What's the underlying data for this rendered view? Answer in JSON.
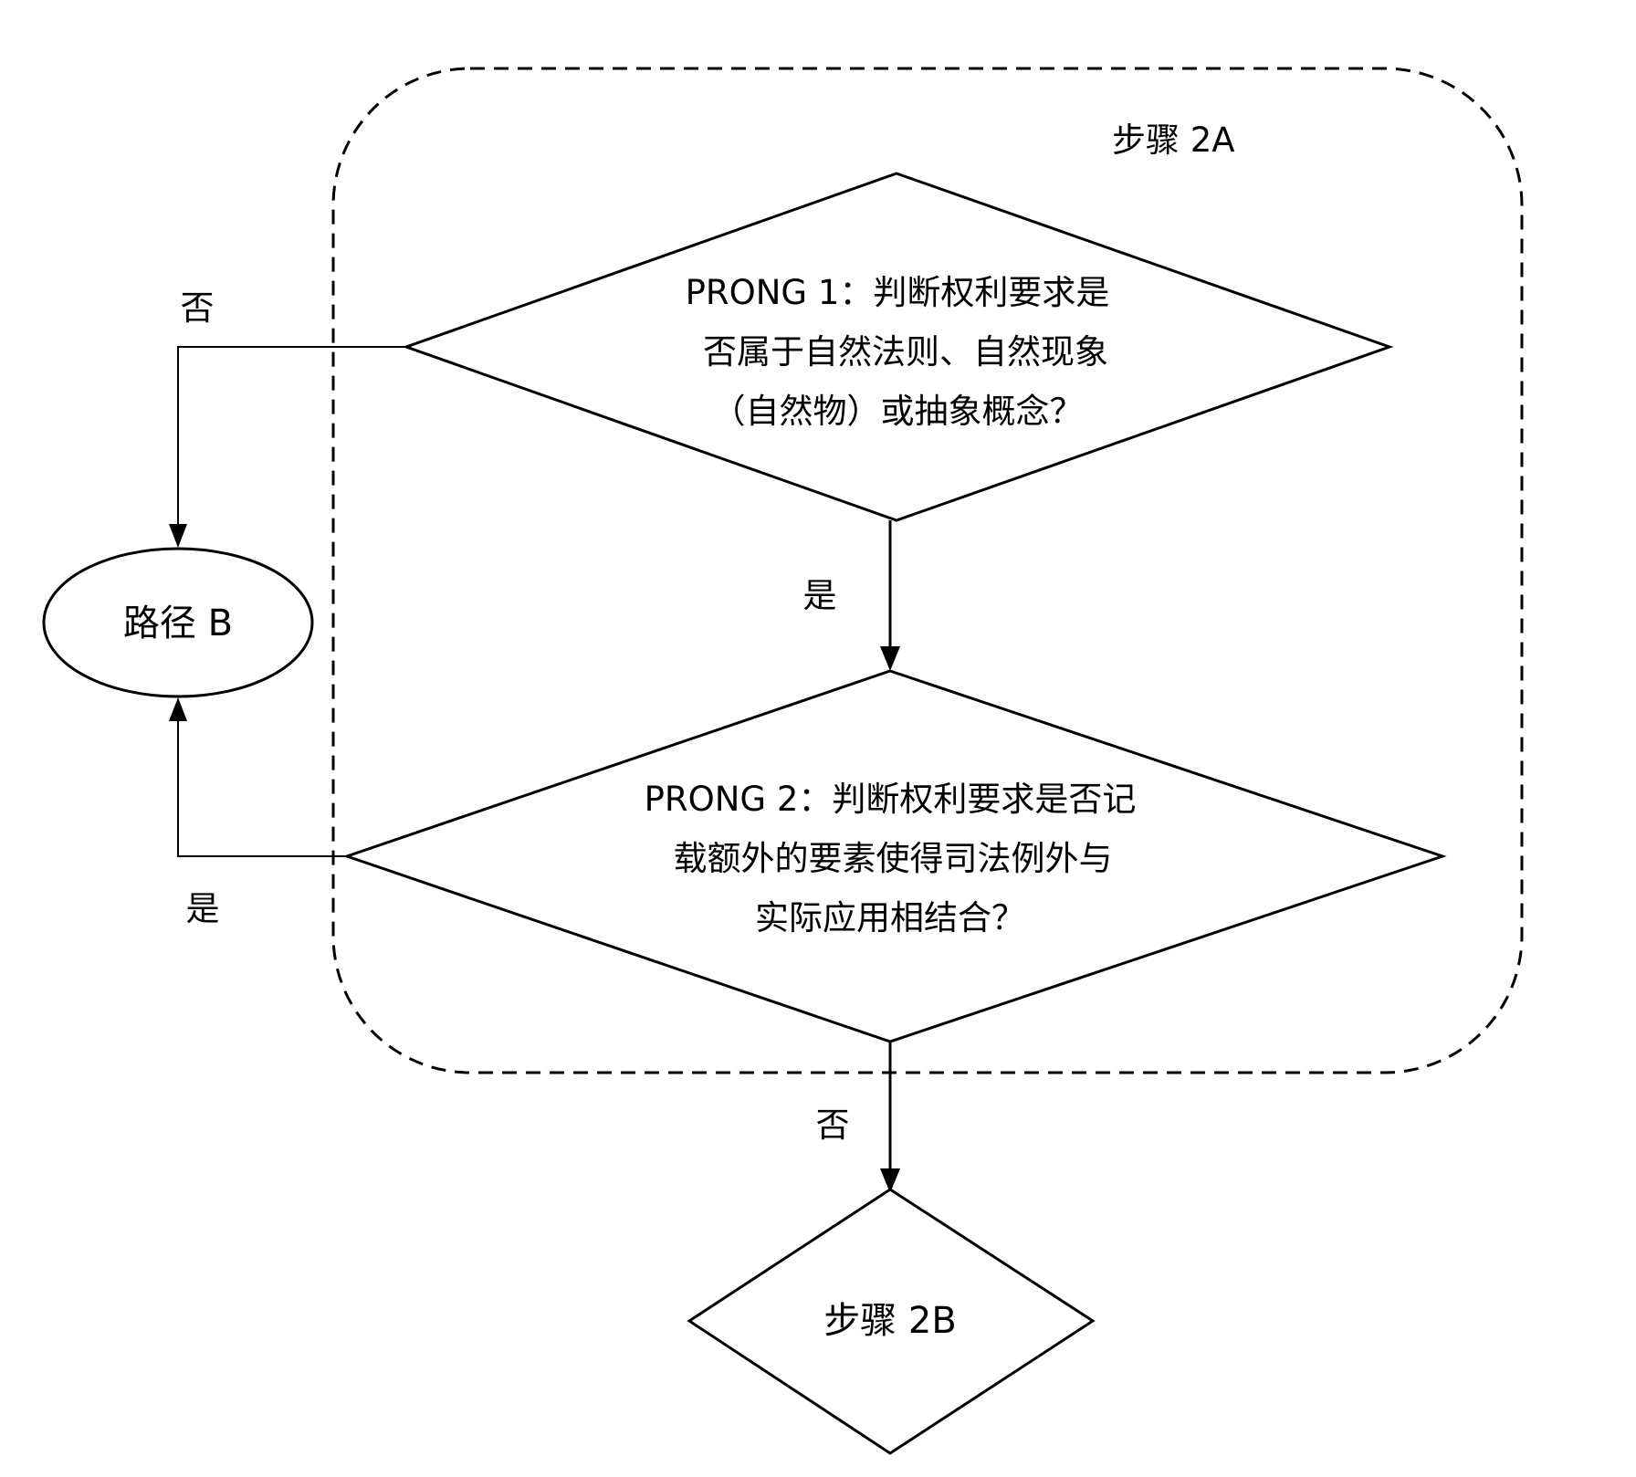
{
  "group": {
    "label": "步骤 2A"
  },
  "nodes": {
    "prong1": {
      "type": "decision",
      "lines": [
        "PRONG 1：判断权利要求是",
        "否属于自然法则、自然现象",
        "（自然物）或抽象概念？"
      ]
    },
    "prong2": {
      "type": "decision",
      "lines": [
        "PRONG 2：判断权利要求是否记",
        "载额外的要素使得司法例外与",
        "实际应用相结合？"
      ]
    },
    "path_b": {
      "type": "terminal",
      "label": "路径 B"
    },
    "step_2b": {
      "type": "decision",
      "label": "步骤 2B"
    }
  },
  "edges": [
    {
      "from": "prong1",
      "to": "path_b",
      "label": "否"
    },
    {
      "from": "prong1",
      "to": "prong2",
      "label": "是"
    },
    {
      "from": "prong2",
      "to": "path_b",
      "label": "是"
    },
    {
      "from": "prong2",
      "to": "step_2b",
      "label": "否"
    }
  ]
}
